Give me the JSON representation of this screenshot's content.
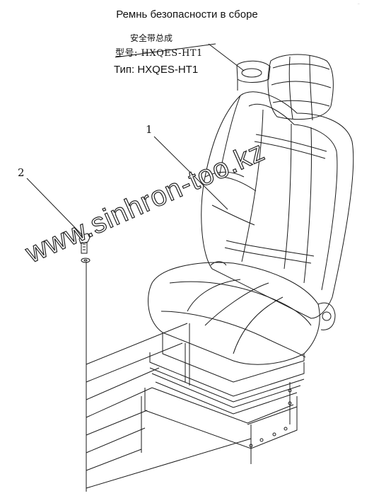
{
  "title": "Ремнь безопасности в сборе",
  "assembly_name_cn": "安全带总成",
  "model_label": "型号: HXQES-HT1",
  "type_label": "Тип: HXQES-HT1",
  "callouts": {
    "part1": "1",
    "part2": "2"
  },
  "watermark": "www.sinhron-too.kz",
  "corner_mark": "--"
}
